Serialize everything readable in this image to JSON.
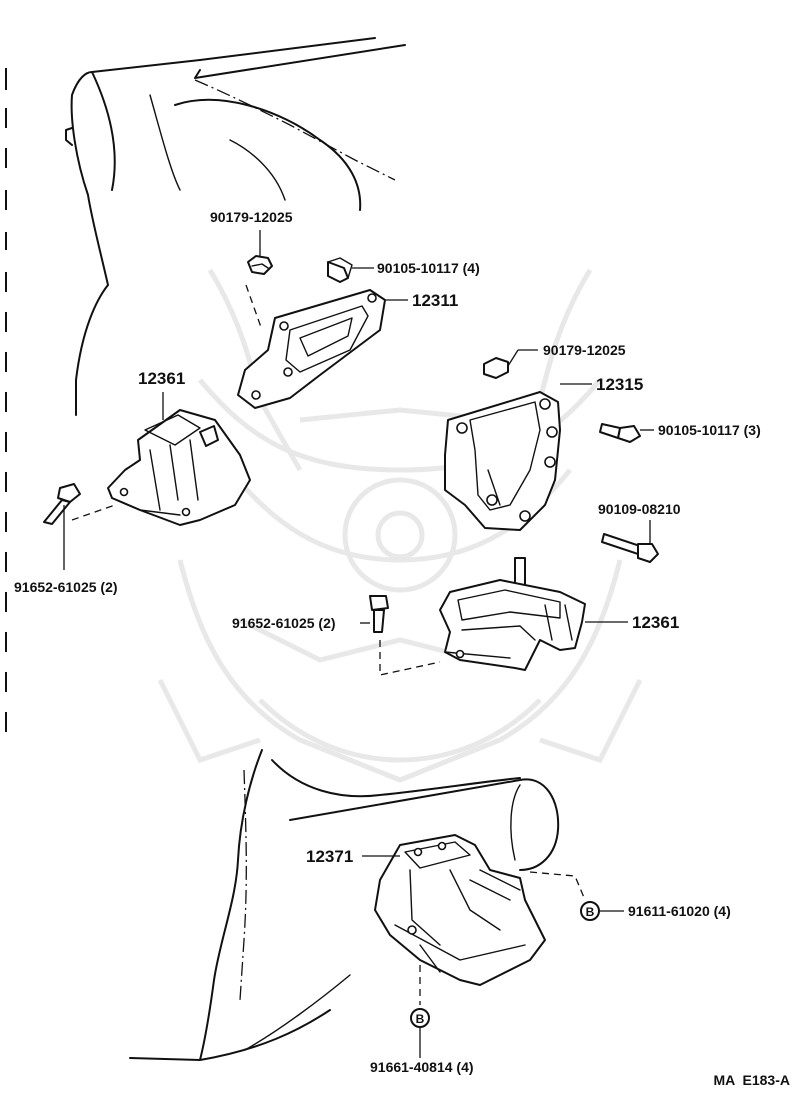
{
  "parts": {
    "nut_upper_left": "90179-12025",
    "bolt_upper": "90105-10117 (4)",
    "bracket_left": "12311",
    "insulator_left": "12361",
    "bolt_left": "91652-61025 (2)",
    "nut_upper_right": "90179-12025",
    "bracket_right": "12315",
    "bolt_right": "90105-10117 (3)",
    "bolt_right_long": "90109-08210",
    "bolt_center": "91652-61025 (2)",
    "insulator_right": "12361",
    "insulator_rear": "12371",
    "nut_rear_b_right": "91611-61020 (4)",
    "nut_rear_b_bottom": "91661-40814 (4)"
  },
  "markers": {
    "b1": "B",
    "b2": "B"
  },
  "figure_code": "MA  E183-A"
}
